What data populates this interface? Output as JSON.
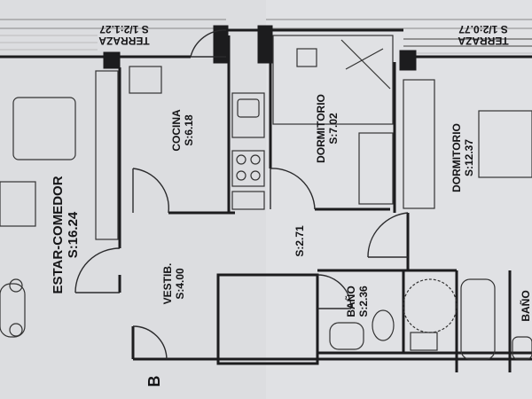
{
  "plan": {
    "rooms": [
      {
        "id": "estar",
        "name": "ESTAR-COMEDOR",
        "area": "S:16.24"
      },
      {
        "id": "cocina",
        "name": "COCINA",
        "area": "S:6.18"
      },
      {
        "id": "dorm1",
        "name": "DORMITORIO",
        "area": "S:7.02"
      },
      {
        "id": "dorm2",
        "name": "DORMITORIO",
        "area": "S:12.37"
      },
      {
        "id": "vestib",
        "name": "VESTIB.",
        "area": "S:4.00"
      },
      {
        "id": "pasillo",
        "area": "S:2.71"
      },
      {
        "id": "bano1",
        "name": "BAÑO",
        "area": "S:2.36"
      },
      {
        "id": "bano2",
        "name": "BAÑO"
      }
    ],
    "terraces": [
      {
        "id": "terr1",
        "name": "TERRAZA",
        "area": "S 1/2:1.27"
      },
      {
        "id": "terr2",
        "name": "TERRAZA",
        "area": "S 1/2:0.77"
      }
    ],
    "section_mark": "B"
  }
}
